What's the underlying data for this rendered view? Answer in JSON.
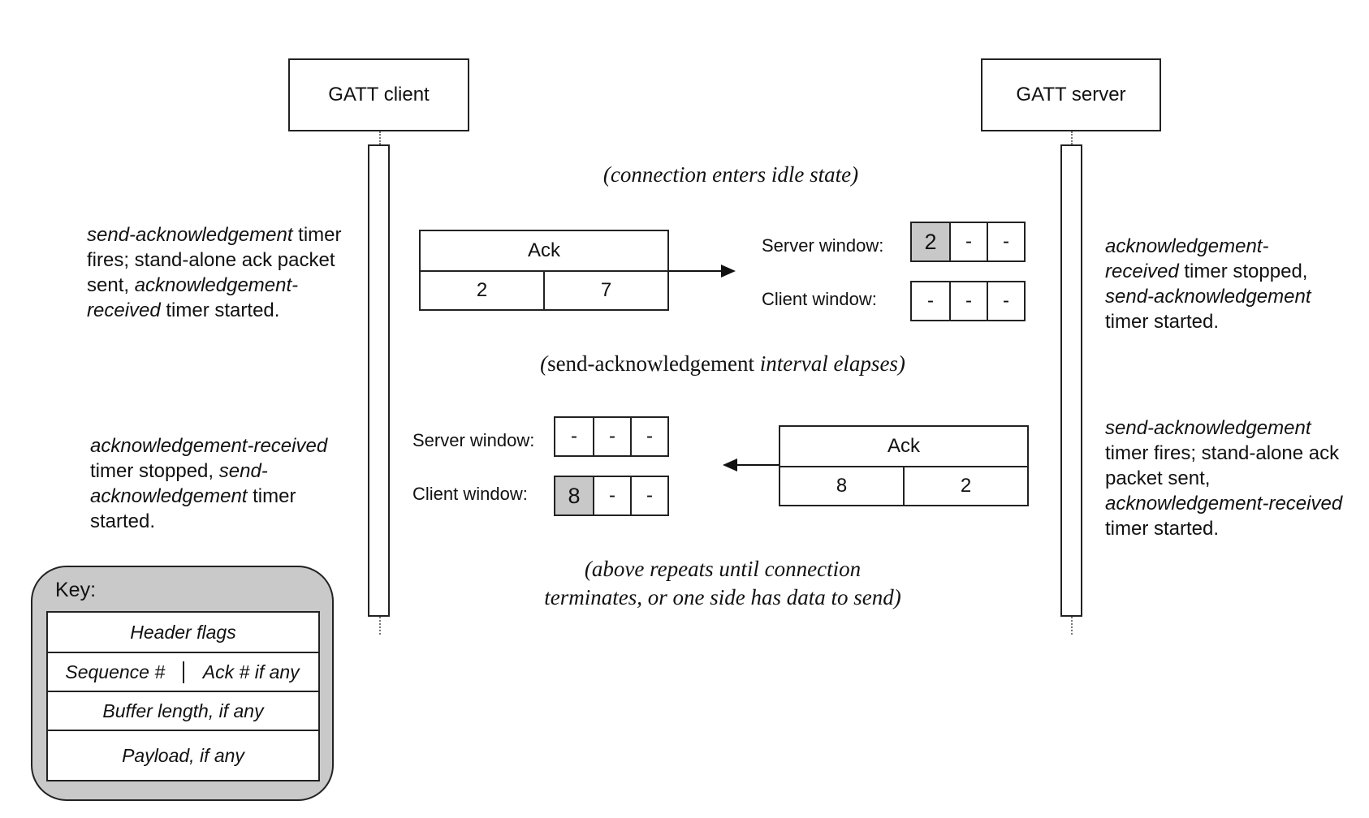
{
  "actors": {
    "client": "GATT client",
    "server": "GATT server"
  },
  "phases": {
    "idle": "(connection enters idle state)",
    "elapse_open": "(",
    "elapse_term": "send-acknowledgement",
    "elapse_rest": " interval elapses)",
    "repeat_line1": "(above repeats until connection",
    "repeat_line2": "terminates, or one side has data to send)"
  },
  "notes": {
    "client_1": {
      "a": "send-acknowledgement",
      "b": " timer fires; stand-alone ack packet sent, ",
      "c": "acknowledgement-received",
      "d": " timer started."
    },
    "client_2": {
      "a": "acknowledgement-received",
      "b": " timer stopped, ",
      "c": "send-acknowledgement",
      "d": " timer started."
    },
    "server_1": {
      "a": "acknowledgement-received",
      "b": " timer stopped, ",
      "c": "send-acknowledgement",
      "d": " timer started."
    },
    "server_2": {
      "a": "send-acknowledgement",
      "b": " timer fires; stand-alone ack packet sent, ",
      "c": "acknowledgement-received",
      "d": " timer started."
    }
  },
  "packets": {
    "p1": {
      "header": "Ack",
      "seq": "2",
      "ack": "7"
    },
    "p2": {
      "header": "Ack",
      "seq": "8",
      "ack": "2"
    }
  },
  "windows": {
    "w1": {
      "server_label": "Server window:",
      "server_cells": [
        "2",
        "-",
        "-"
      ],
      "client_label": "Client window:",
      "client_cells": [
        "-",
        "-",
        "-"
      ]
    },
    "w2": {
      "server_label": "Server window:",
      "server_cells": [
        "-",
        "-",
        "-"
      ],
      "client_label": "Client window:",
      "client_cells": [
        "8",
        "-",
        "-"
      ]
    }
  },
  "key": {
    "title": "Key:",
    "header_flags": "Header flags",
    "sequence": "Sequence #",
    "ack": "Ack # if any",
    "buffer_length": "Buffer length, if any",
    "payload": "Payload, if any"
  },
  "colors": {
    "highlight_cell": "#c8c8c8",
    "key_panel": "#c9c9c9"
  }
}
